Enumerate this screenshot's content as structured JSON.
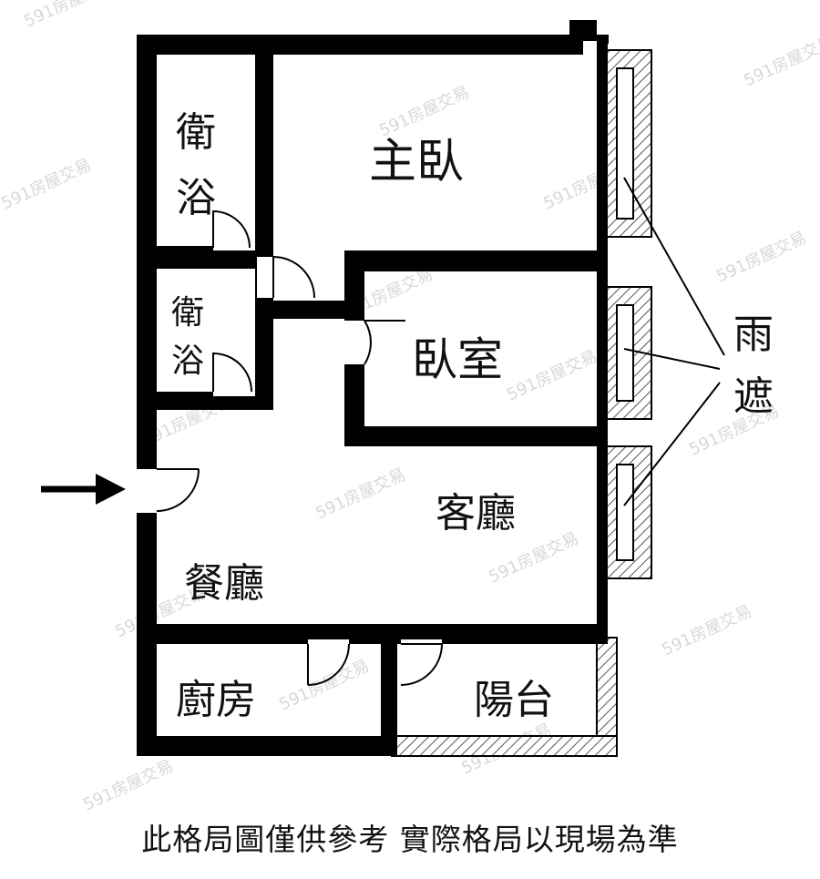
{
  "rooms": {
    "bath1_line1": "衛",
    "bath1_line2": "浴",
    "bath2_line1": "衛",
    "bath2_line2": "浴",
    "master_bedroom": "主臥",
    "bedroom": "臥室",
    "living_room": "客廳",
    "dining_room": "餐廳",
    "kitchen": "廚房",
    "balcony": "陽台"
  },
  "canopy": {
    "line1": "雨",
    "line2": "遮"
  },
  "watermark": "591房屋交易",
  "caption": "此格局圖僅供參考 實際格局以現場為準",
  "colors": {
    "wall": "#000000",
    "hatch": "#555555",
    "watermark": "#d8d8d8"
  }
}
